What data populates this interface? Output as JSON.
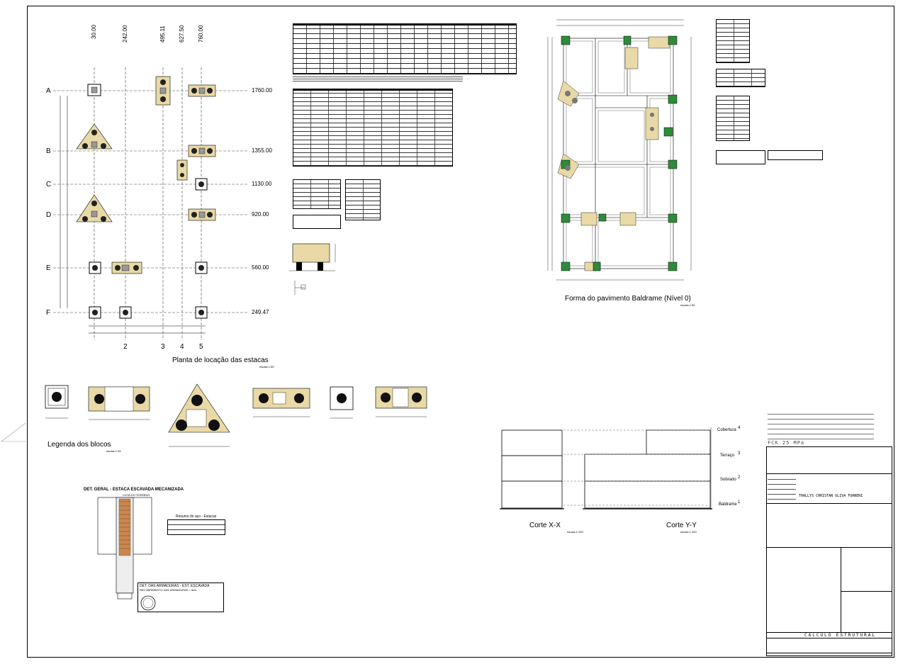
{
  "plan": {
    "title": "Planta de locação das estacas",
    "scale": "escala 1:50",
    "axes_x": [
      "30.00",
      "242.00",
      "495.11",
      "627.50",
      "760.00"
    ],
    "axes_x_numbers": [
      "2",
      "3",
      "4",
      "5"
    ],
    "axes_y": [
      {
        "letter": "A",
        "value": "1760.00"
      },
      {
        "letter": "B",
        "value": "1355.00"
      },
      {
        "letter": "C",
        "value": "1130.00"
      },
      {
        "letter": "D",
        "value": "920.00"
      },
      {
        "letter": "E",
        "value": "560.00"
      },
      {
        "letter": "F",
        "value": "249.47"
      }
    ]
  },
  "forma": {
    "title": "Forma do pavimento Baldrame (Nível 0)",
    "scale": "escala 1:50"
  },
  "legenda_blocos": {
    "title": "Legenda dos blocos",
    "scale": "escala 1:25"
  },
  "cortes": {
    "xx_label": "Corte X-X",
    "yy_label": "Corte Y-Y",
    "scale": "escala 1:100",
    "levels": [
      {
        "name": "Cobertura",
        "num": "4"
      },
      {
        "name": "Terraço",
        "num": "3"
      },
      {
        "name": "Sobrado",
        "num": "2"
      },
      {
        "name": "Baldrame",
        "num": "1"
      }
    ]
  },
  "estaca": {
    "title": "DET. GERAL - ESTACA ESCAVADA MECANIZADA",
    "cota": "COTA DO TERRENO",
    "armaduras_title": "DET. DAS ARMADURAS - EST. ESCAVADA",
    "armaduras_sub": "RECOBRIMENTO DAS ARMADURAS = 5cm",
    "resumo_title": "Resumo do aço - Estacas"
  },
  "title_block": {
    "fck": "FCK 25 MPa",
    "engineer": "THALLYS CHRISTAN OLIVA FURNERI",
    "footer": "CÁLCULO ESTRUTURAL"
  },
  "colors": {
    "block": "#e8d9a6",
    "column_fill": "#2e8b3a",
    "pile": "#000000"
  }
}
